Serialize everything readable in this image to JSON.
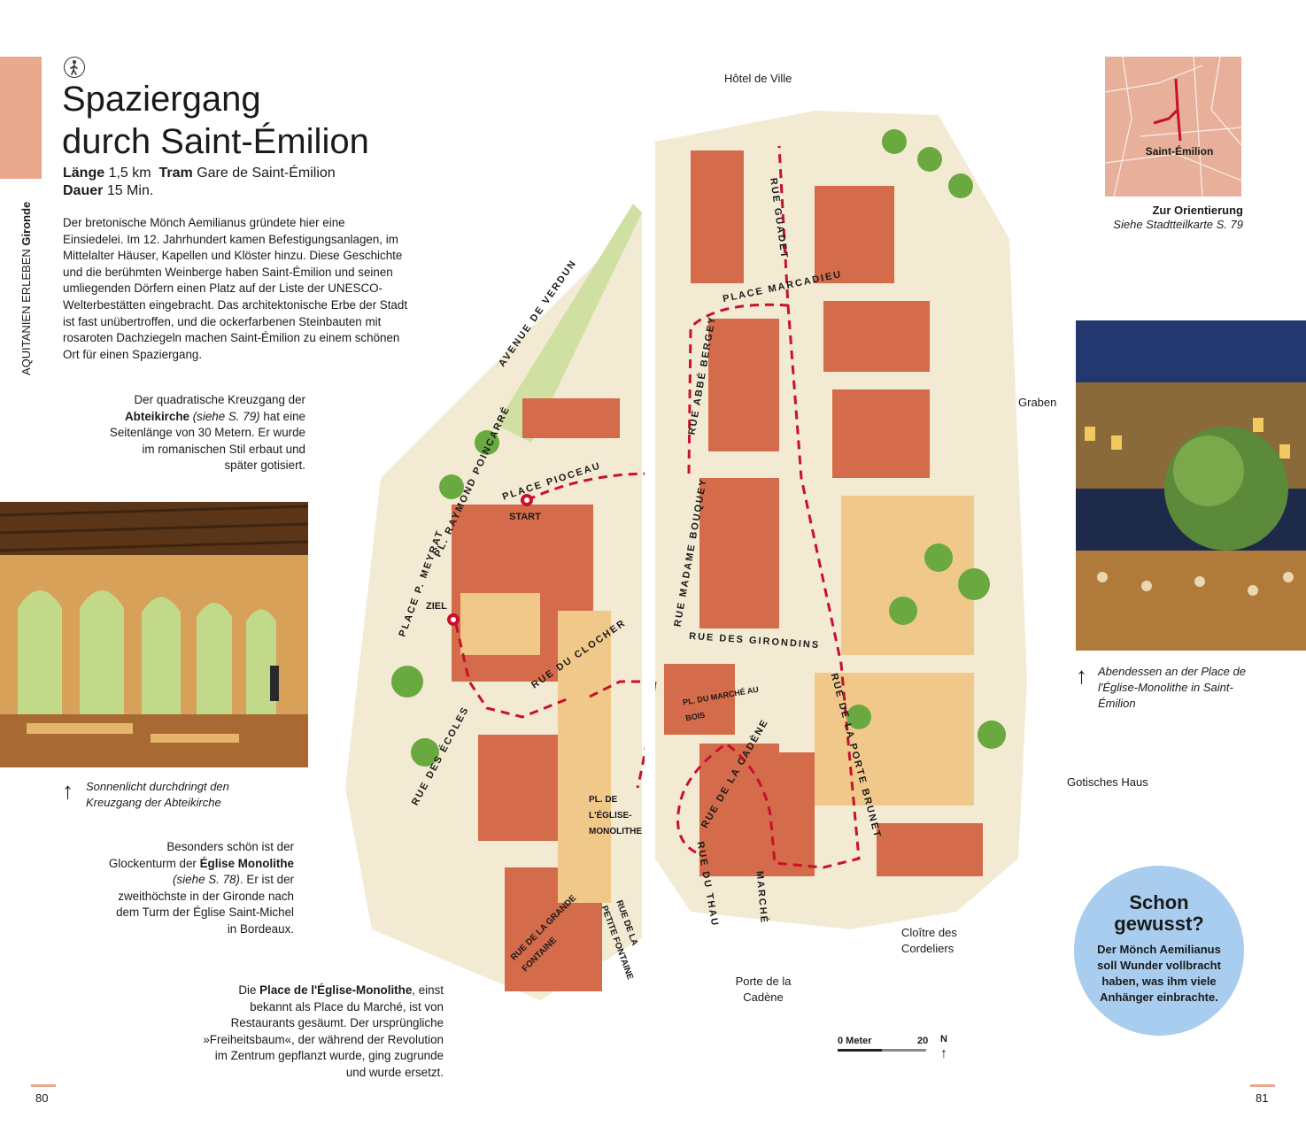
{
  "section": {
    "prefix": "AQUITANIEN ERLEBEN",
    "region": "Gironde"
  },
  "title_line1": "Spaziergang",
  "title_line2": "durch Saint-Émilion",
  "meta": {
    "length_label": "Länge",
    "length_value": "1,5 km",
    "tram_label": "Tram",
    "tram_value": "Gare de Saint-Émilion",
    "duration_label": "Dauer",
    "duration_value": "15 Min."
  },
  "intro": "Der bretonische Mönch Aemilianus gründete hier eine Einsiedelei. Im 12. Jahrhundert kamen Befestigungsanlagen, im Mittelalter Häuser, Kapellen und Klöster hinzu. Diese Geschichte und die berühmten Weinberge haben Saint-Émilion und seinen umliegenden Dörfern einen Platz auf der Liste der UNESCO-Welterbestätten eingebracht. Das architektonische Erbe der Stadt ist fast unübertroffen, und die ockerfarbenen Steinbauten mit rosaroten Dachziegeln machen Saint-Émilion zu einem schönen Ort für einen Spaziergang.",
  "callout_cloister": {
    "pre": "Der quadratische Kreuzgang der",
    "bold": "Abteikirche",
    "ital": "(siehe S. 79)",
    "post": "hat eine Seitenlänge von 30 Metern. Er wurde im romanischen Stil erbaut und später gotisiert."
  },
  "caption_cloister": "Sonnenlicht durchdringt den Kreuzgang der Abteikirche",
  "callout_tower": {
    "pre": "Besonders schön ist der Glockenturm der",
    "bold": "Église Monolithe",
    "ital": "(siehe S. 78)",
    "post": ". Er ist der zweithöchste in der Gironde nach dem Turm der Église Saint-Michel in Bordeaux."
  },
  "callout_place": {
    "pre": "Die",
    "bold": "Place de l'Église-Monolithe",
    "post": ", einst bekannt als Place du Marché, ist von Restaurants gesäumt. Der ursprüngliche »Freiheitsbaum«, der während der Revolution im Zentrum gepflanzt wurde, ging zugrunde und wurde ersetzt."
  },
  "orientation": {
    "map_label": "Saint-Émilion",
    "title": "Zur Orientierung",
    "ref": "Siehe Stadtteilkarte S. 79"
  },
  "caption_evening": "Abendessen an der Place de l'Église-Monolithe in Saint-Émilion",
  "right_labels": {
    "hotel": "Hôtel de Ville",
    "graben": "Graben",
    "gotisch": "Gotisches Haus",
    "cloitre": "Cloître des Cordeliers",
    "porte": "Porte de la Cadène"
  },
  "schon": {
    "heading": "Schon gewusst?",
    "text": "Der Mönch Aemilianus soll Wunder vollbracht haben, was ihm viele Anhänger einbrachte."
  },
  "map_streets": [
    "AVENUE DE VERDUN",
    "RUE GUADET",
    "PLACE MARCADIEU",
    "RUE ABBÉ BERGEY",
    "PL. RAYMOND POINCARRÉ",
    "PLACE PIOCEAU",
    "START",
    "RUE MADAME BOUQUEY",
    "PLACE P. MEYRAT",
    "ZIEL",
    "RUE DES GIRONDINS",
    "RUE DU CLOCHER",
    "PL. DU MARCHÉ AU BOIS",
    "RUE DE LA PORTE BRUNET",
    "RUE DES ÉCOLES",
    "RUE DE LA CADÈNE",
    "PL. DE L'ÉGLISE-MONOLITHE",
    "RUE DE LA GRANDE FONTAINE",
    "RUE DE LA PETITE FONTAINE",
    "RUE DU THAU",
    "MARCHÉ"
  ],
  "scale": {
    "zero": "0 Meter",
    "twenty": "20",
    "north": "N"
  },
  "page_left": "80",
  "page_right": "81",
  "colors": {
    "accent": "#e8a98f",
    "route": "#c8102e",
    "info_circle": "#a9cdee"
  }
}
